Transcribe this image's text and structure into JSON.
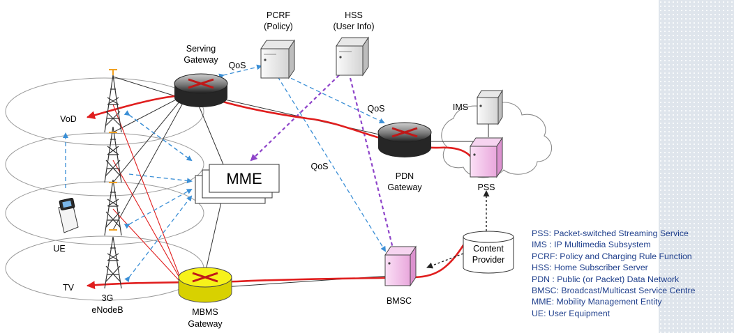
{
  "nodes": {
    "pcrf": {
      "title": "PCRF",
      "subtitle": "(Policy)"
    },
    "hss": {
      "title": "HSS",
      "subtitle": "(User Info)"
    },
    "serving_gateway": {
      "line1": "Serving",
      "line2": "Gateway"
    },
    "pdn_gateway": {
      "line1": "PDN",
      "line2": "Gateway"
    },
    "mme": {
      "label": "MME"
    },
    "mbms_gateway": {
      "line1": "MBMS",
      "line2": "Gateway"
    },
    "bmsc": {
      "label": "BMSC"
    },
    "ims": {
      "label": "IMS"
    },
    "pss": {
      "label": "PSS"
    },
    "content_provider": {
      "line1": "Content",
      "line2": "Provider"
    },
    "enodeb": {
      "line1": "3G",
      "line2": "eNodeB"
    },
    "ue": {
      "label": "UE"
    },
    "vod": {
      "label": "VoD"
    },
    "tv": {
      "label": "TV"
    }
  },
  "link_labels": {
    "qos_serving_pcrf": "QoS",
    "qos_pcrf_pdn": "QoS",
    "qos_pcrf_bmsc": "QoS"
  },
  "legend": [
    "PSS: Packet-switched Streaming Service",
    "IMS : IP Multimedia Subsystem",
    "PCRF: Policy and Charging Rule Function",
    "HSS: Home Subscriber Server",
    "PDN : Public (or Packet) Data Network",
    "BMSC: Broadcast/Multicast Service Centre",
    "MME: Mobility Management Entity",
    "UE: User Equipment"
  ],
  "colors": {
    "red_path": "#e01e1e",
    "blue_dashed": "#3b8fd6",
    "purple_dashed": "#8e44c9",
    "legend_text": "#1f3f8c",
    "server_pink": "#f5c6ec",
    "mbms_yellow": "#f7f21a"
  }
}
